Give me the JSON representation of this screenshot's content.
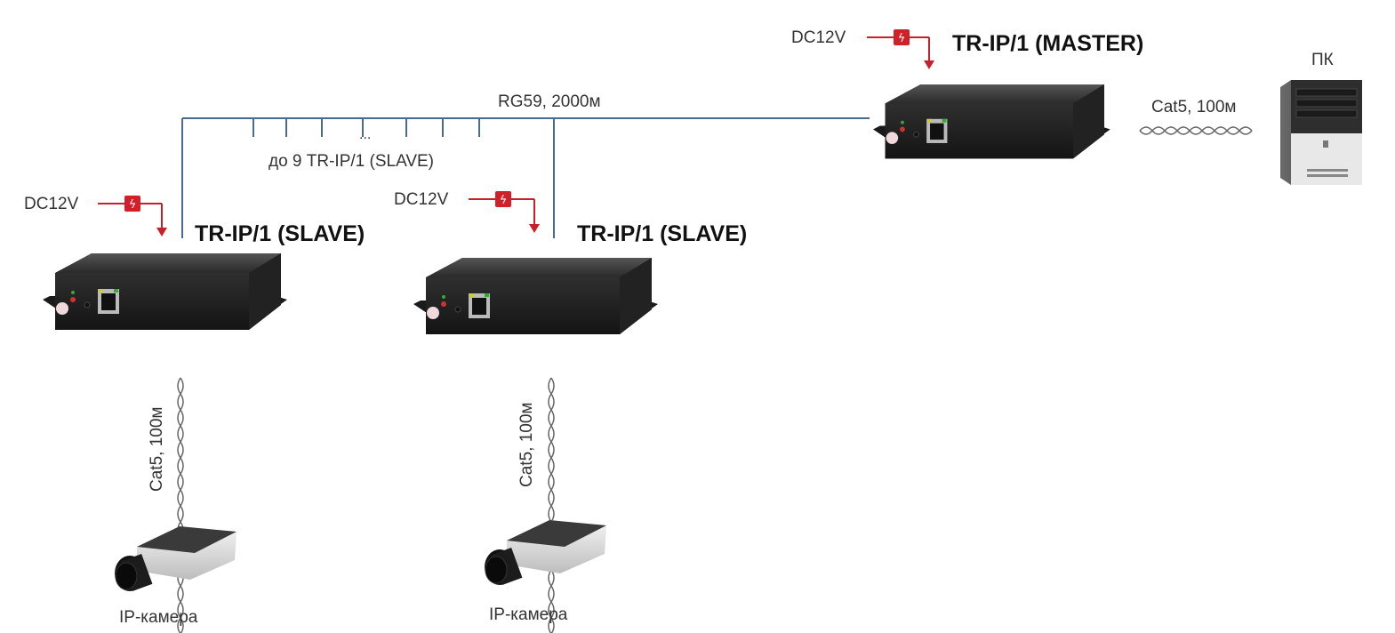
{
  "master": {
    "title": "TR-IP/1 (MASTER)",
    "power_label": "DC12V"
  },
  "slave_left": {
    "title": "TR-IP/1 (SLAVE)",
    "power_label": "DC12V",
    "cable_label": "Cat5, 100м",
    "camera_label": "IP-камера"
  },
  "slave_right": {
    "title": "TR-IP/1 (SLAVE)",
    "power_label": "DC12V",
    "cable_label": "Cat5, 100м",
    "camera_label": "IP-камера"
  },
  "bus": {
    "cable_label": "RG59, 2000м",
    "ellipsis": "...",
    "slaves_note": "до 9 TR-IP/1 (SLAVE)"
  },
  "pc": {
    "label": "ПК",
    "cable_label": "Cat5, 100м"
  },
  "colors": {
    "bus_line": "#4a6a8f",
    "power": "#c8202a",
    "device_body": "#2a2a2a"
  }
}
